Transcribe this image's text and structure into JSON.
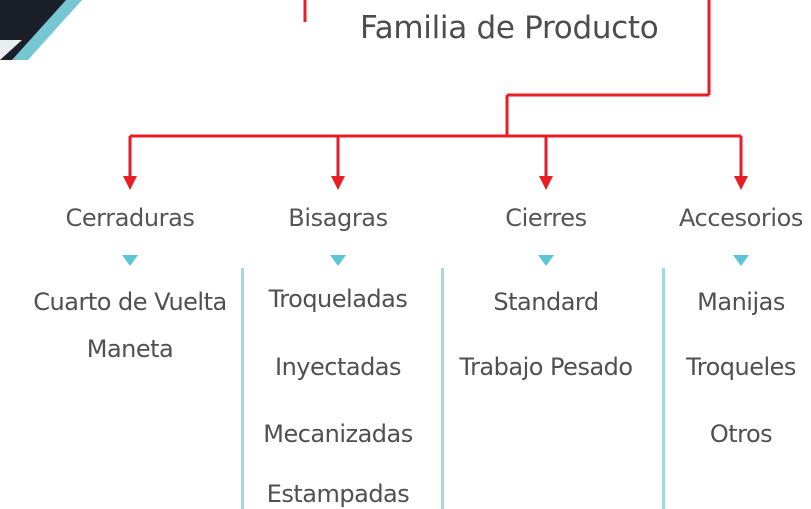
{
  "diagram": {
    "title": "Familia de Producto",
    "colors": {
      "connector": "#e61e25",
      "marker": "#5cc6d6",
      "divider": "#a7d6e0",
      "text": "#555555"
    },
    "categories": [
      {
        "label": "Cerraduras",
        "items": [
          "Cuarto de Vuelta",
          "Maneta"
        ]
      },
      {
        "label": "Bisagras",
        "items": [
          "Troqueladas",
          "Inyectadas",
          "Mecanizadas",
          "Estampadas"
        ]
      },
      {
        "label": "Cierres",
        "items": [
          "Standard",
          "Trabajo Pesado"
        ]
      },
      {
        "label": "Accesorios",
        "items": [
          "Manijas",
          "Troqueles",
          "Otros"
        ]
      }
    ]
  }
}
